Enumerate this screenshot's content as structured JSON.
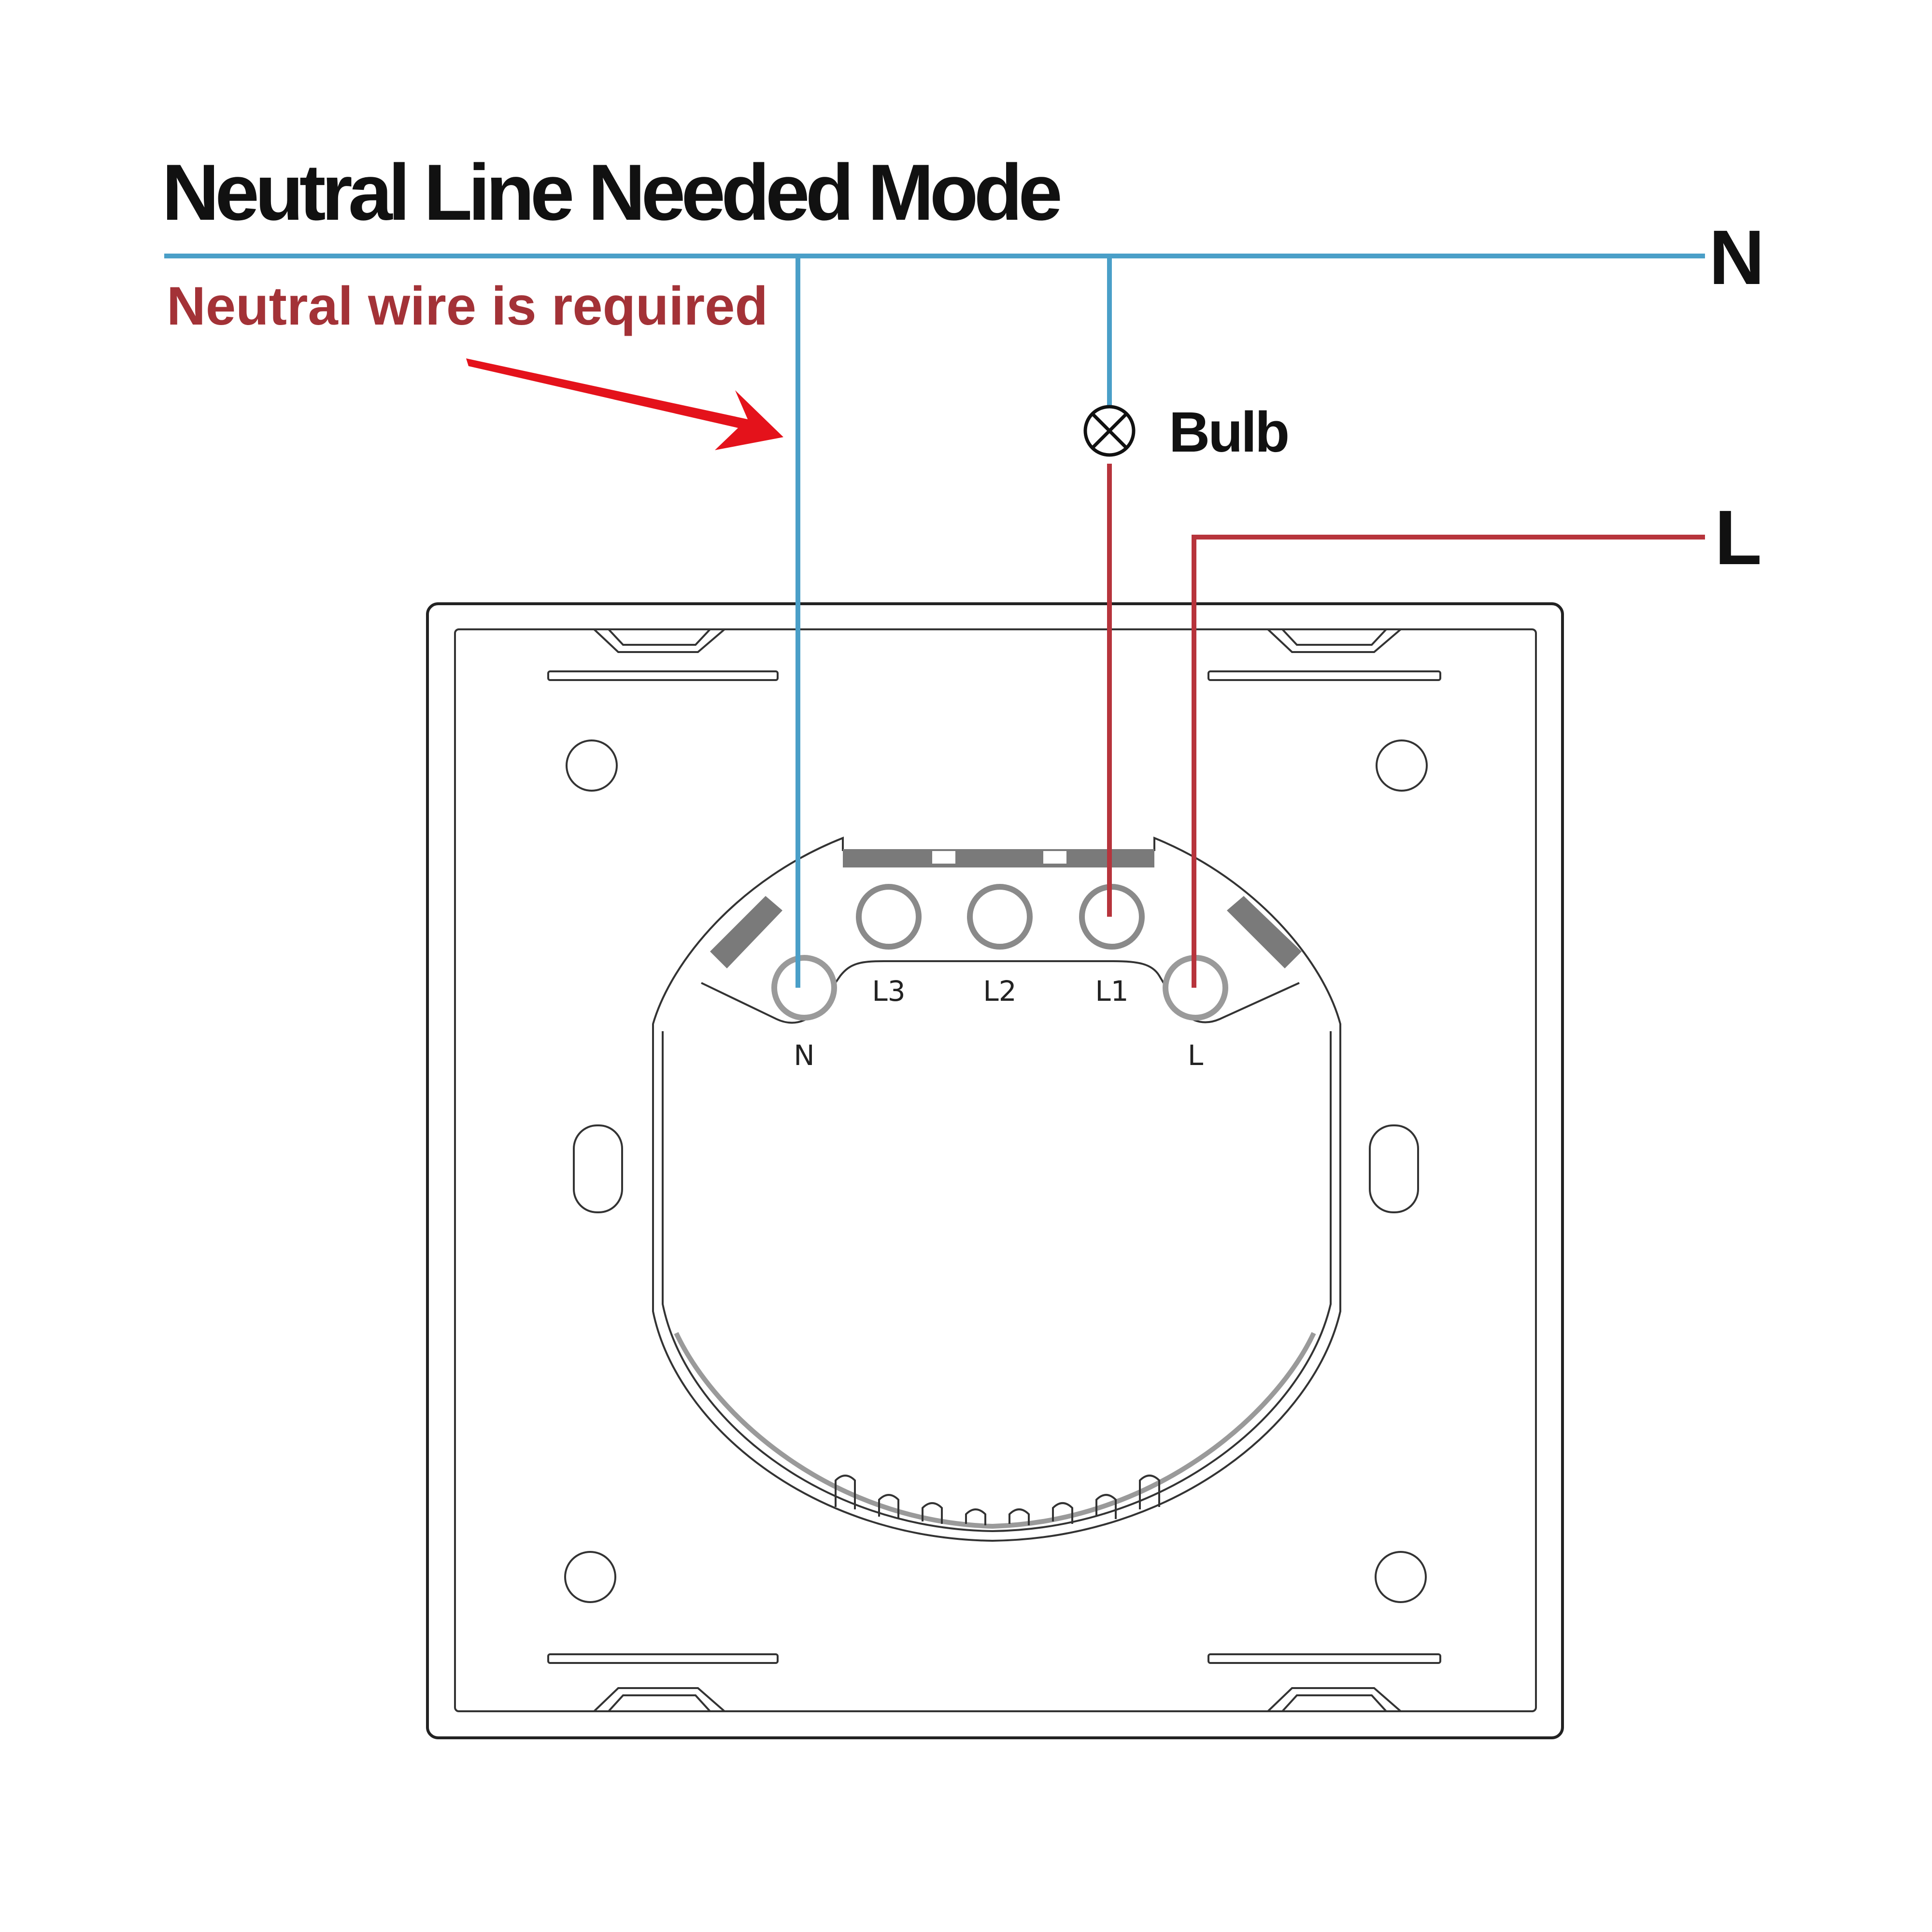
{
  "title": "Neutral Line Needed Mode",
  "note": "Neutral wire is required",
  "lines": {
    "neutral": "N",
    "live": "L"
  },
  "bulb_label": "Bulb",
  "terminals": [
    "N",
    "L3",
    "L2",
    "L1",
    "L"
  ],
  "colors": {
    "neutral_wire": "#4a9fc8",
    "live_wire": "#b7343c",
    "note_text": "#a33237",
    "arrow": "#e4121b"
  }
}
